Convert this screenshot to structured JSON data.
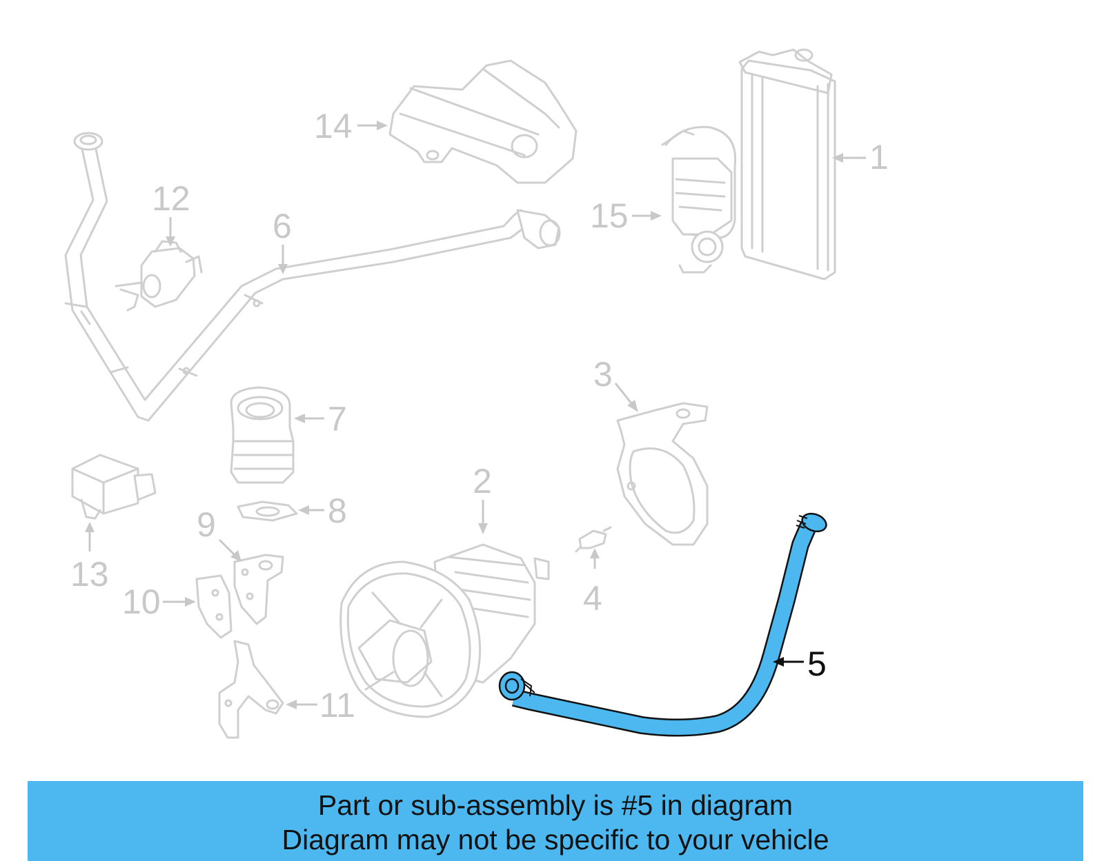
{
  "diagram": {
    "highlight_color": "#4db8f0",
    "ghost_color": "#cfcfcf",
    "highlighted_part": "5",
    "callouts": [
      {
        "id": "1",
        "label": "1"
      },
      {
        "id": "2",
        "label": "2"
      },
      {
        "id": "3",
        "label": "3"
      },
      {
        "id": "4",
        "label": "4"
      },
      {
        "id": "5",
        "label": "5"
      },
      {
        "id": "6",
        "label": "6"
      },
      {
        "id": "7",
        "label": "7"
      },
      {
        "id": "8",
        "label": "8"
      },
      {
        "id": "9",
        "label": "9"
      },
      {
        "id": "10",
        "label": "10"
      },
      {
        "id": "11",
        "label": "11"
      },
      {
        "id": "12",
        "label": "12"
      },
      {
        "id": "13",
        "label": "13"
      },
      {
        "id": "14",
        "label": "14"
      },
      {
        "id": "15",
        "label": "15"
      }
    ]
  },
  "caption": {
    "background_color": "#4db8f0",
    "line1": "Part or sub-assembly is #5 in diagram",
    "line2": "Diagram may not be specific to your vehicle"
  }
}
